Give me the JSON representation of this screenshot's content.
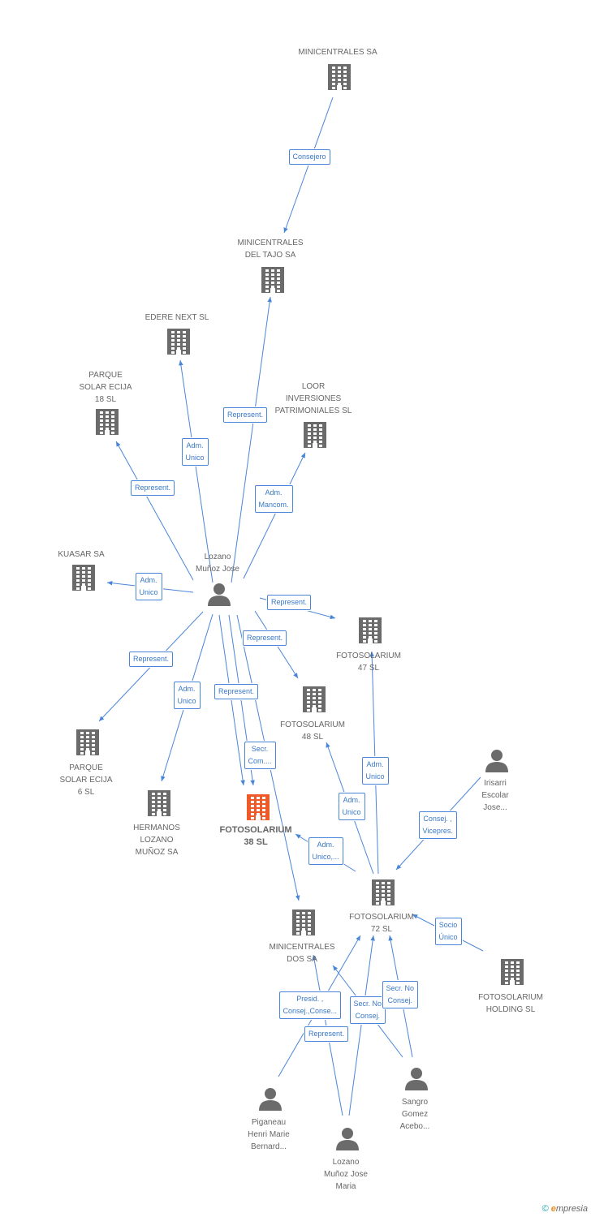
{
  "nodes": [
    {
      "id": "minicentrales_sa",
      "label": "MINICENTRALES SA",
      "kind": "company",
      "color": "#6b6b6b"
    },
    {
      "id": "minicentrales_tajo",
      "label": "MINICENTRALES\nDEL TAJO SA",
      "kind": "company",
      "color": "#6b6b6b"
    },
    {
      "id": "edere",
      "label": "EDERE NEXT SL",
      "kind": "company",
      "color": "#6b6b6b"
    },
    {
      "id": "parque18",
      "label": "PARQUE\nSOLAR ECIJA\n18 SL",
      "kind": "company",
      "color": "#6b6b6b"
    },
    {
      "id": "loor",
      "label": "LOOR\nINVERSIONES\nPATRIMONIALES SL",
      "kind": "company",
      "color": "#6b6b6b"
    },
    {
      "id": "kuasar",
      "label": "KUASAR SA",
      "kind": "company",
      "color": "#6b6b6b"
    },
    {
      "id": "lozano",
      "label": "Lozano\nMuñoz Jose",
      "kind": "person",
      "color": "#6b6b6b"
    },
    {
      "id": "foto47",
      "label": "FOTOSOLARIUM\n47 SL",
      "kind": "company",
      "color": "#6b6b6b"
    },
    {
      "id": "foto48",
      "label": "FOTOSOLARIUM\n48 SL",
      "kind": "company",
      "color": "#6b6b6b"
    },
    {
      "id": "parque6",
      "label": "PARQUE\nSOLAR ECIJA\n6 SL",
      "kind": "company",
      "color": "#6b6b6b"
    },
    {
      "id": "hermanos",
      "label": "HERMANOS\nLOZANO\nMUÑOZ SA",
      "kind": "company",
      "color": "#6b6b6b"
    },
    {
      "id": "foto38",
      "label": "FOTOSOLARIUM\n38 SL",
      "kind": "company",
      "color": "#f05a28",
      "focus": true
    },
    {
      "id": "irisarri",
      "label": "Irisarri\nEscolar\nJose...",
      "kind": "person",
      "color": "#6b6b6b"
    },
    {
      "id": "foto72",
      "label": "FOTOSOLARIUM\n72 SL",
      "kind": "company",
      "color": "#6b6b6b"
    },
    {
      "id": "minicentrales_dos",
      "label": "MINICENTRALES\nDOS SA",
      "kind": "company",
      "color": "#6b6b6b"
    },
    {
      "id": "holding",
      "label": "FOTOSOLARIUM\nHOLDING  SL",
      "kind": "company",
      "color": "#6b6b6b"
    },
    {
      "id": "piganeau",
      "label": "Piganeau\nHenri Marie\nBernard...",
      "kind": "person",
      "color": "#6b6b6b"
    },
    {
      "id": "sangro",
      "label": "Sangro\nGomez\nAcebo...",
      "kind": "person",
      "color": "#6b6b6b"
    },
    {
      "id": "lozano_maria",
      "label": "Lozano\nMuñoz Jose\nMaria",
      "kind": "person",
      "color": "#6b6b6b"
    }
  ],
  "edges": [
    {
      "from": "minicentrales_sa",
      "to": "minicentrales_tajo",
      "label": "Consejero"
    },
    {
      "from": "lozano",
      "to": "minicentrales_tajo",
      "label": "Represent."
    },
    {
      "from": "lozano",
      "to": "edere",
      "label": "Adm.\nUnico"
    },
    {
      "from": "lozano",
      "to": "parque18",
      "label": "Represent."
    },
    {
      "from": "lozano",
      "to": "loor",
      "label": "Adm.\nMancom."
    },
    {
      "from": "lozano",
      "to": "kuasar",
      "label": "Adm.\nUnico"
    },
    {
      "from": "lozano",
      "to": "foto47",
      "label": "Represent."
    },
    {
      "from": "lozano",
      "to": "foto48",
      "label": "Represent."
    },
    {
      "from": "lozano",
      "to": "parque6",
      "label": "Represent."
    },
    {
      "from": "lozano",
      "to": "hermanos",
      "label": "Adm.\nUnico"
    },
    {
      "from": "lozano",
      "to": "foto38",
      "label": "Represent."
    },
    {
      "from": "lozano",
      "to": "foto38",
      "label": "Secr.\nCom...."
    },
    {
      "from": "lozano",
      "to": "minicentrales_dos",
      "label": ""
    },
    {
      "from": "foto72",
      "to": "foto47",
      "label": "Adm.\nUnico"
    },
    {
      "from": "foto72",
      "to": "foto48",
      "label": "Adm.\nUnico"
    },
    {
      "from": "foto72",
      "to": "foto38",
      "label": "Adm.\nUnico,..."
    },
    {
      "from": "irisarri",
      "to": "foto72",
      "label": "Consej. ,\nVicepres."
    },
    {
      "from": "holding",
      "to": "foto72",
      "label": "Socio\nÚnico"
    },
    {
      "from": "piganeau",
      "to": "foto72",
      "label": "Presid. ,\nConsej.,Conse..."
    },
    {
      "from": "lozano_maria",
      "to": "foto72",
      "label": "Secr.  No\nConsej."
    },
    {
      "from": "sangro",
      "to": "foto72",
      "label": "Secr.  No\nConsej."
    },
    {
      "from": "lozano_maria",
      "to": "minicentrales_dos",
      "label": "Represent."
    },
    {
      "from": "sangro",
      "to": "minicentrales_dos",
      "label": ""
    }
  ],
  "footer": {
    "copyright": "©",
    "brand_initial": "e",
    "brand_rest": "mpresia"
  }
}
